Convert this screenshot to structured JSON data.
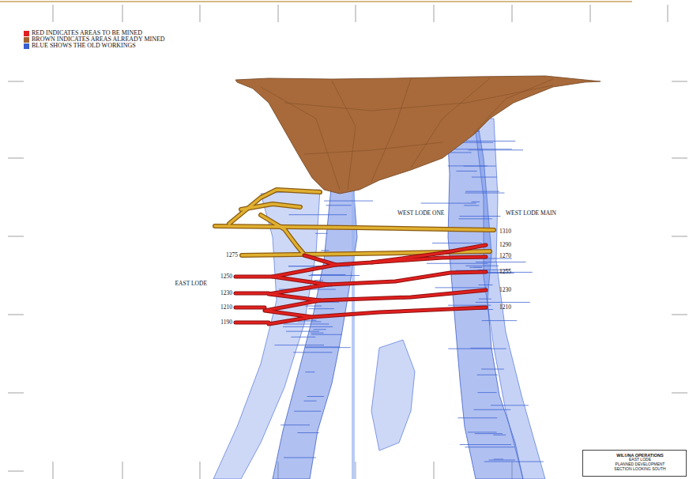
{
  "diagram": {
    "nodes": [
      {
        "text": [
          "WILUNA OPERATIONS",
          "EAST LODE",
          "PLANNED DEVELOPMENT",
          "SECTION LOOKING SOUTH"
        ]
      }
    ],
    "labels": [
      "WEST LODE ONE",
      "WEST LODE MAIN",
      "1310",
      "1290",
      "1270",
      "1255",
      "1230",
      "1210",
      "1275",
      "EAST LODE",
      "1250",
      "1230",
      "1210",
      "1190"
    ],
    "legend": [
      {
        "text": "RED INDICATES AREAS TO BE MINED",
        "color": "#e0201e"
      },
      {
        "text": "BROWN INDICATES AREAS ALREADY MINED",
        "color": "#a0622e"
      },
      {
        "text": "BLUE SHOWS THE OLD WORKINGS",
        "color": "#3a5fd0"
      }
    ]
  }
}
